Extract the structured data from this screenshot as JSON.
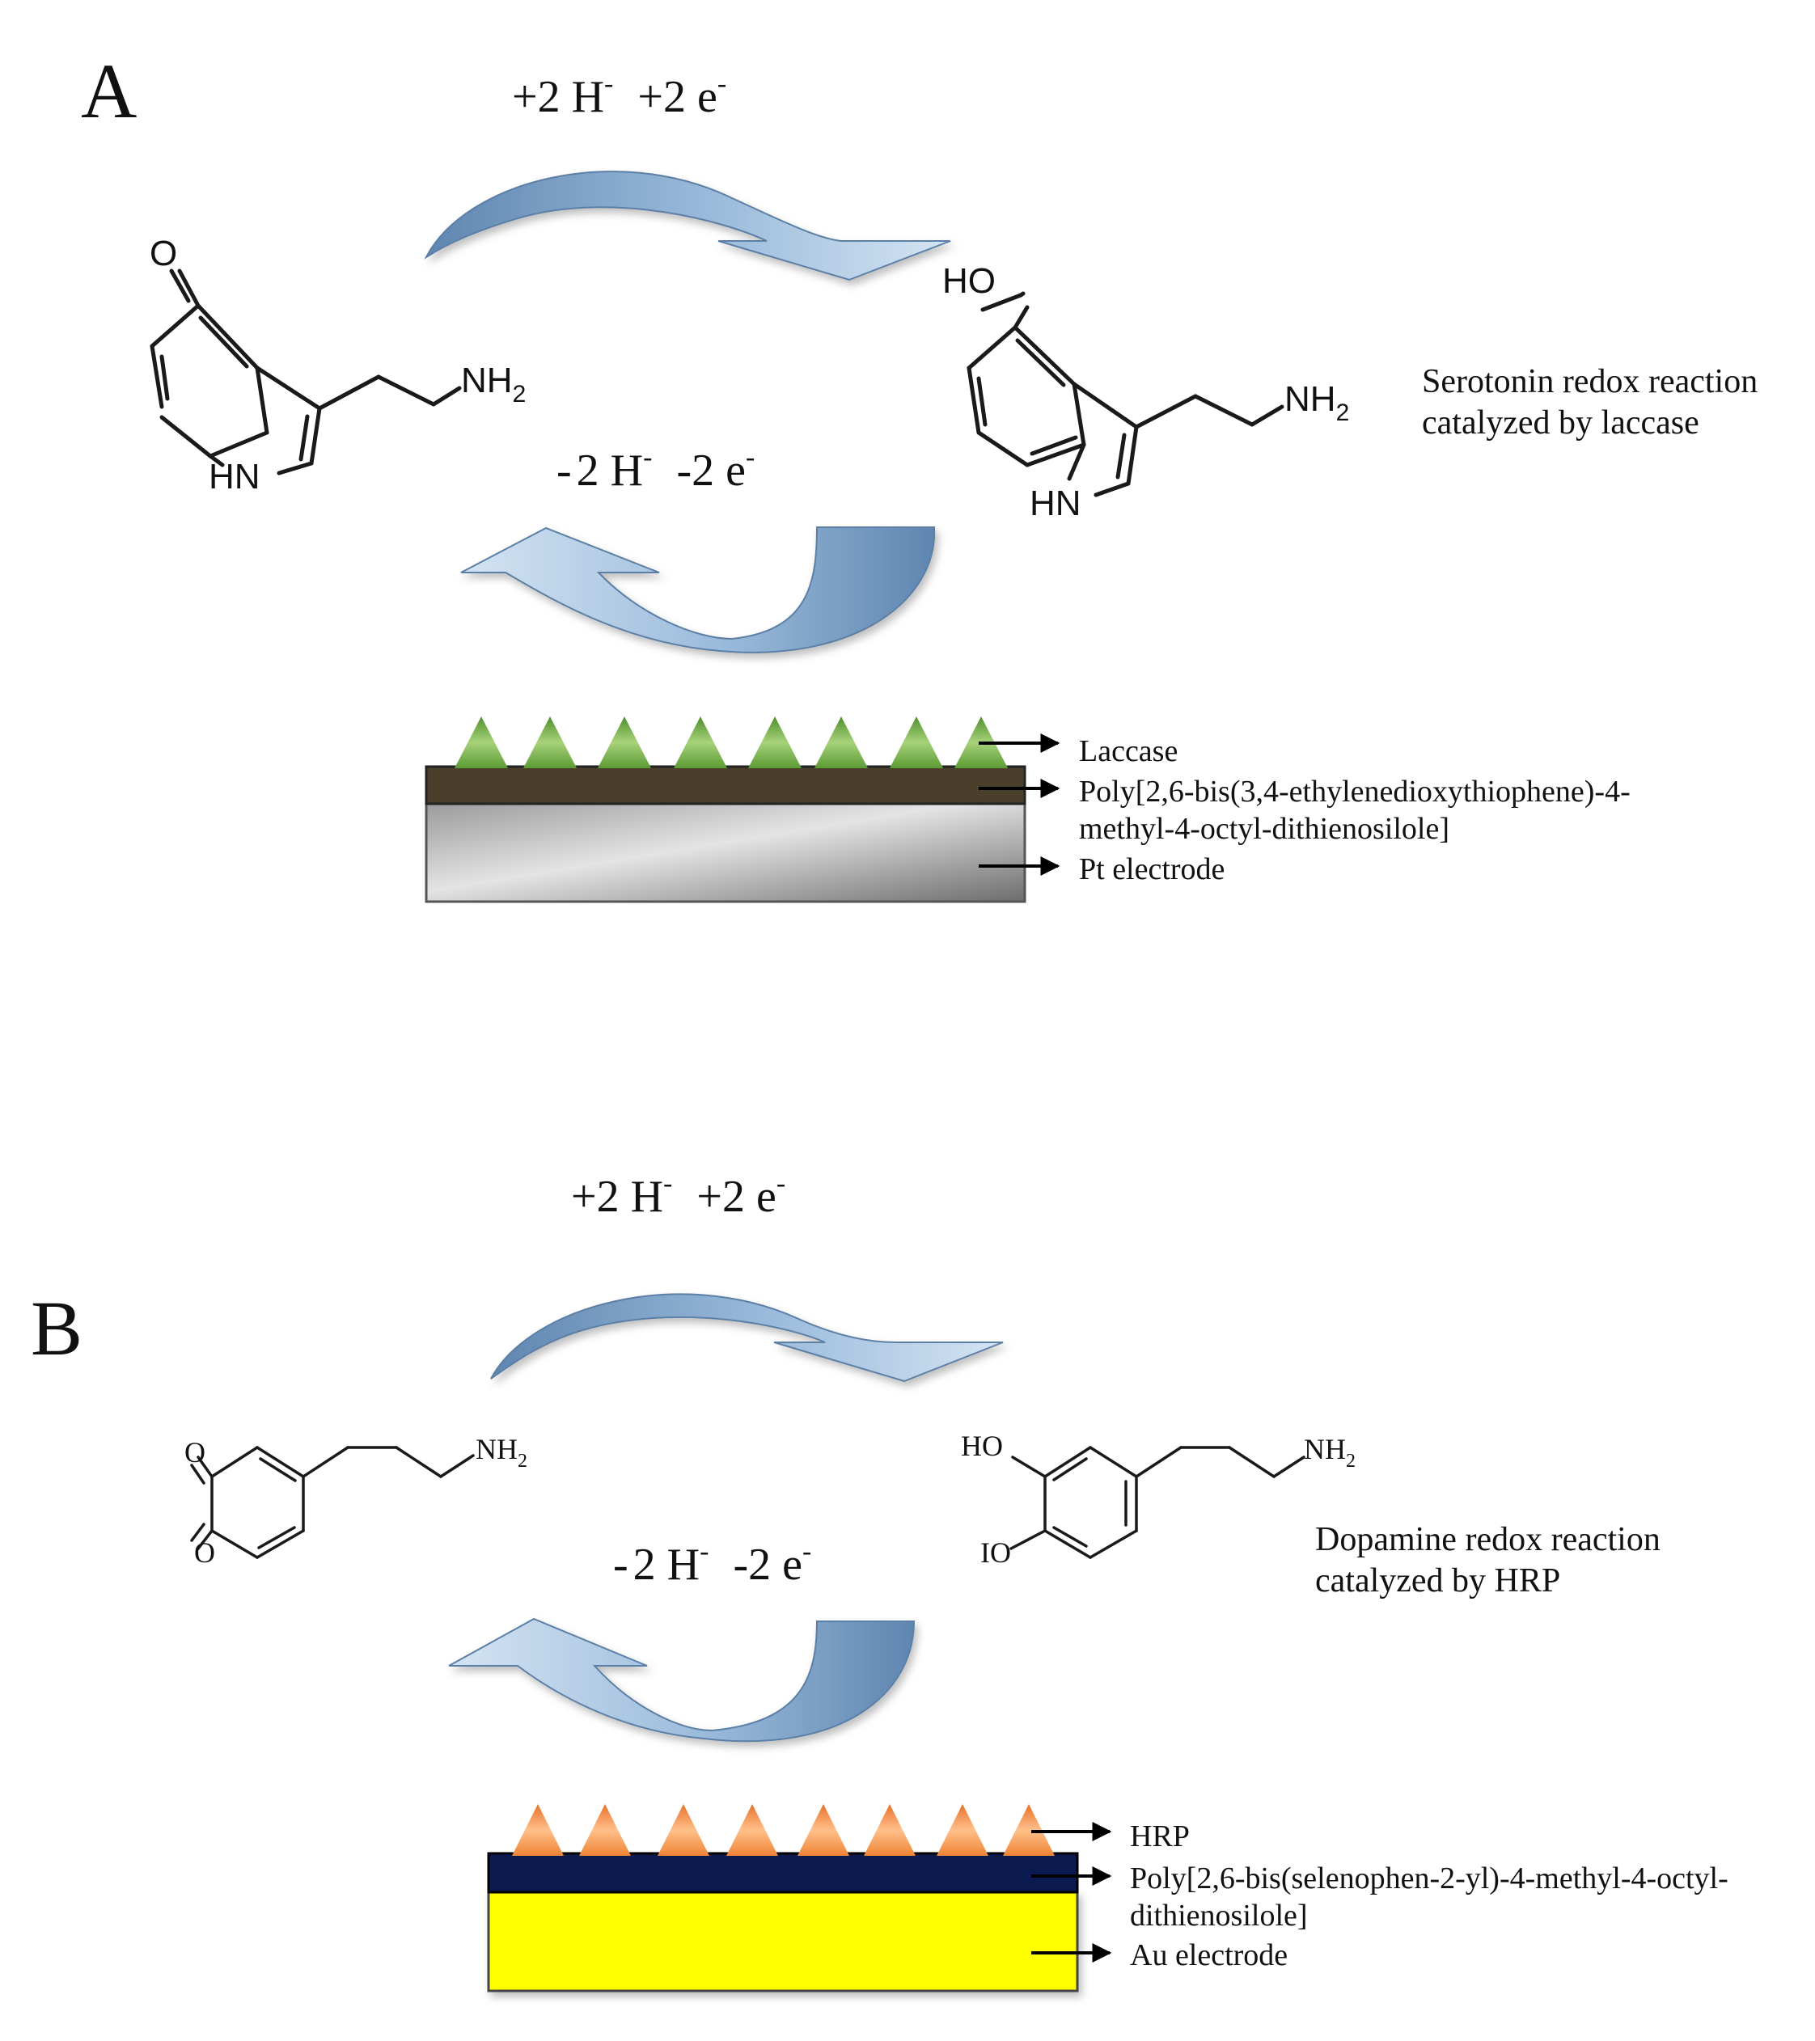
{
  "panel_a": {
    "letter": "A",
    "forward": {
      "prefix": "+",
      "h": "2 H",
      "h_sup": "-",
      "e": "+2 e",
      "e_sup": "-"
    },
    "backward": {
      "prefix": "-",
      "h": "2 H",
      "h_sup": "-",
      "e": "-2 e",
      "e_sup": "-"
    },
    "oxidized": {
      "o": "O",
      "amine": "NH",
      "amine_sub": "2",
      "ring_n": "HN"
    },
    "reduced": {
      "hydroxyl": "HO",
      "amine": "NH",
      "amine_sub": "2",
      "ring_n": "HN"
    },
    "caption": [
      "Serotonin redox reaction",
      "catalyzed by laccase"
    ],
    "layers": [
      {
        "text": [
          "Laccase"
        ]
      },
      {
        "text": [
          "Poly[2,6-bis(3,4-ethylenedioxythiophene)-4-",
          "methyl-4-octyl-dithienosilole]"
        ]
      },
      {
        "text": [
          "Pt electrode"
        ]
      }
    ],
    "colors": {
      "enzyme": "#6fae3e",
      "polymer": "#4a3f2a",
      "electrode": "#b8b8b8"
    }
  },
  "panel_b": {
    "letter": "B",
    "forward": {
      "prefix": "+",
      "h": "2 H",
      "h_sup": "-",
      "e": "+2 e",
      "e_sup": "-"
    },
    "backward": {
      "prefix": "-",
      "h": "2 H",
      "h_sup": "-",
      "e": "-2 e",
      "e_sup": "-"
    },
    "oxidized": {
      "o1": "O",
      "o2": "O",
      "amine": "NH",
      "amine_sub": "2"
    },
    "reduced": {
      "hydroxyl_top": "HO",
      "hydroxyl_bottom": "IO",
      "amine": "NH",
      "amine_sub": "2"
    },
    "caption": [
      "Dopamine redox reaction",
      "catalyzed by HRP"
    ],
    "layers": [
      {
        "text": [
          "HRP"
        ]
      },
      {
        "text": [
          "Poly[2,6-bis(selenophen-2-yl)-4-methyl-4-octyl-",
          "dithienosilole]"
        ]
      },
      {
        "text": [
          "Au electrode"
        ]
      }
    ],
    "colors": {
      "enzyme": "#f08a3c",
      "polymer": "#0c1b4f",
      "electrode": "#ffff00"
    }
  },
  "colors": {
    "arrow_dark": "#5f86b0",
    "arrow_light": "#c9dcef"
  }
}
